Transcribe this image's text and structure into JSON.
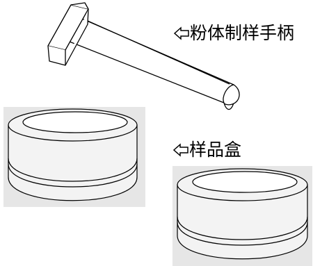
{
  "labels": {
    "handle_text": "粉体制样手柄",
    "box_text": "样品盒"
  },
  "icons": {
    "pointer": "hollow-left-arrow"
  },
  "colors": {
    "line": "#000000",
    "bg_box": "#e6e6e6",
    "cylinder_fill": "#f2f2f2"
  }
}
